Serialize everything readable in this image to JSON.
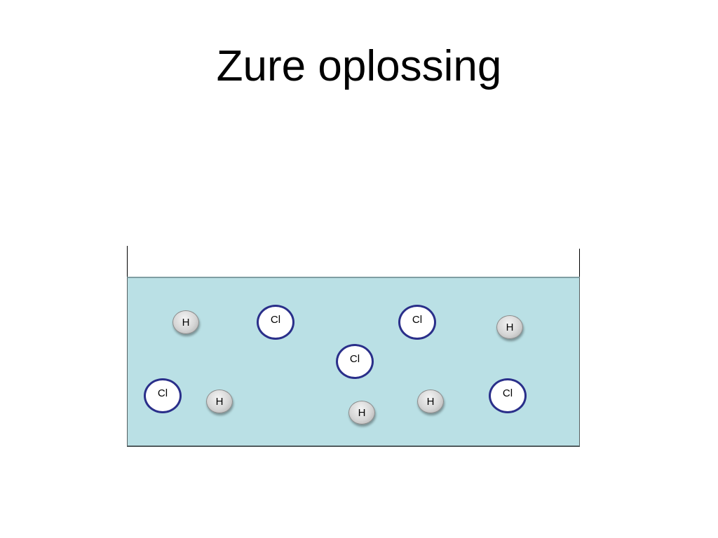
{
  "slide": {
    "title": "Zure oplossing"
  },
  "beaker": {
    "liquid_color": "#bae0e5",
    "ions": [
      {
        "symbol": "H",
        "kind": "hydrogen"
      },
      {
        "symbol": "Cl",
        "kind": "chloride"
      },
      {
        "symbol": "Cl",
        "kind": "chloride"
      },
      {
        "symbol": "H",
        "kind": "hydrogen"
      },
      {
        "symbol": "Cl",
        "kind": "chloride"
      },
      {
        "symbol": "Cl",
        "kind": "chloride"
      },
      {
        "symbol": "H",
        "kind": "hydrogen"
      },
      {
        "symbol": "H",
        "kind": "hydrogen"
      },
      {
        "symbol": "H",
        "kind": "hydrogen"
      },
      {
        "symbol": "Cl",
        "kind": "chloride"
      }
    ]
  },
  "colors": {
    "chloride_border": "#2a2f8a",
    "hydrogen_fill": "#d6d6d6"
  }
}
